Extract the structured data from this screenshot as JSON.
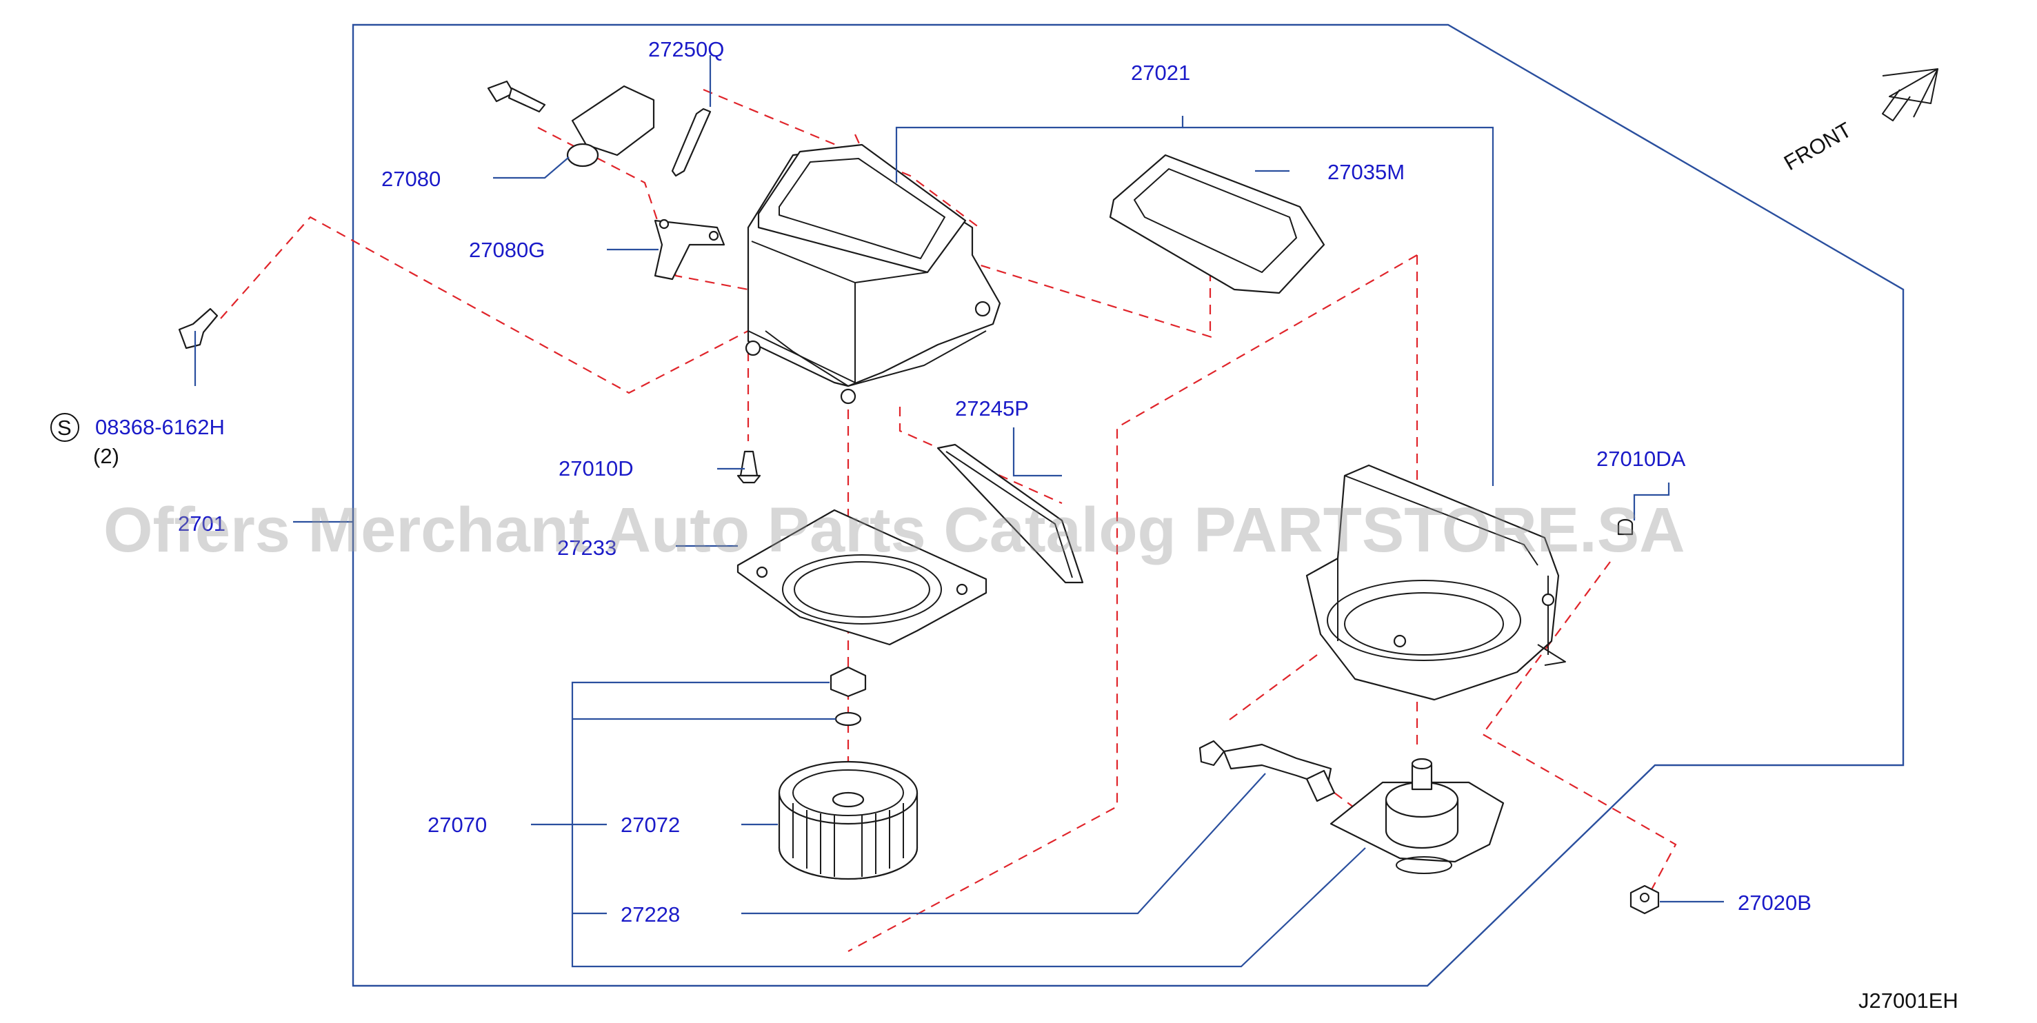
{
  "diagram_id": "J27001EH",
  "front_label": "FRONT",
  "watermark": "Offers Merchant Auto Parts Catalog PARTSTORE.SA",
  "parts": {
    "p27250Q": "27250Q",
    "p27021": "27021",
    "p27035M": "27035M",
    "p27080": "27080",
    "p27080G": "27080G",
    "p08368": "08368-6162H",
    "p08368_qty": "(2)",
    "p08368_symbol": "S",
    "p27245P": "27245P",
    "p27010D": "27010D",
    "p27010DA": "27010DA",
    "p27010_partial": "2701",
    "p27233_partial": "27233",
    "p27070": "27070",
    "p27072": "27072",
    "p27228": "27228",
    "p27020B": "27020B"
  },
  "colors": {
    "label": "#1a1ac8",
    "leader": "#2a4f9e",
    "dashed_assembly": "#e0242a",
    "part_outline": "#1b1b1b"
  }
}
